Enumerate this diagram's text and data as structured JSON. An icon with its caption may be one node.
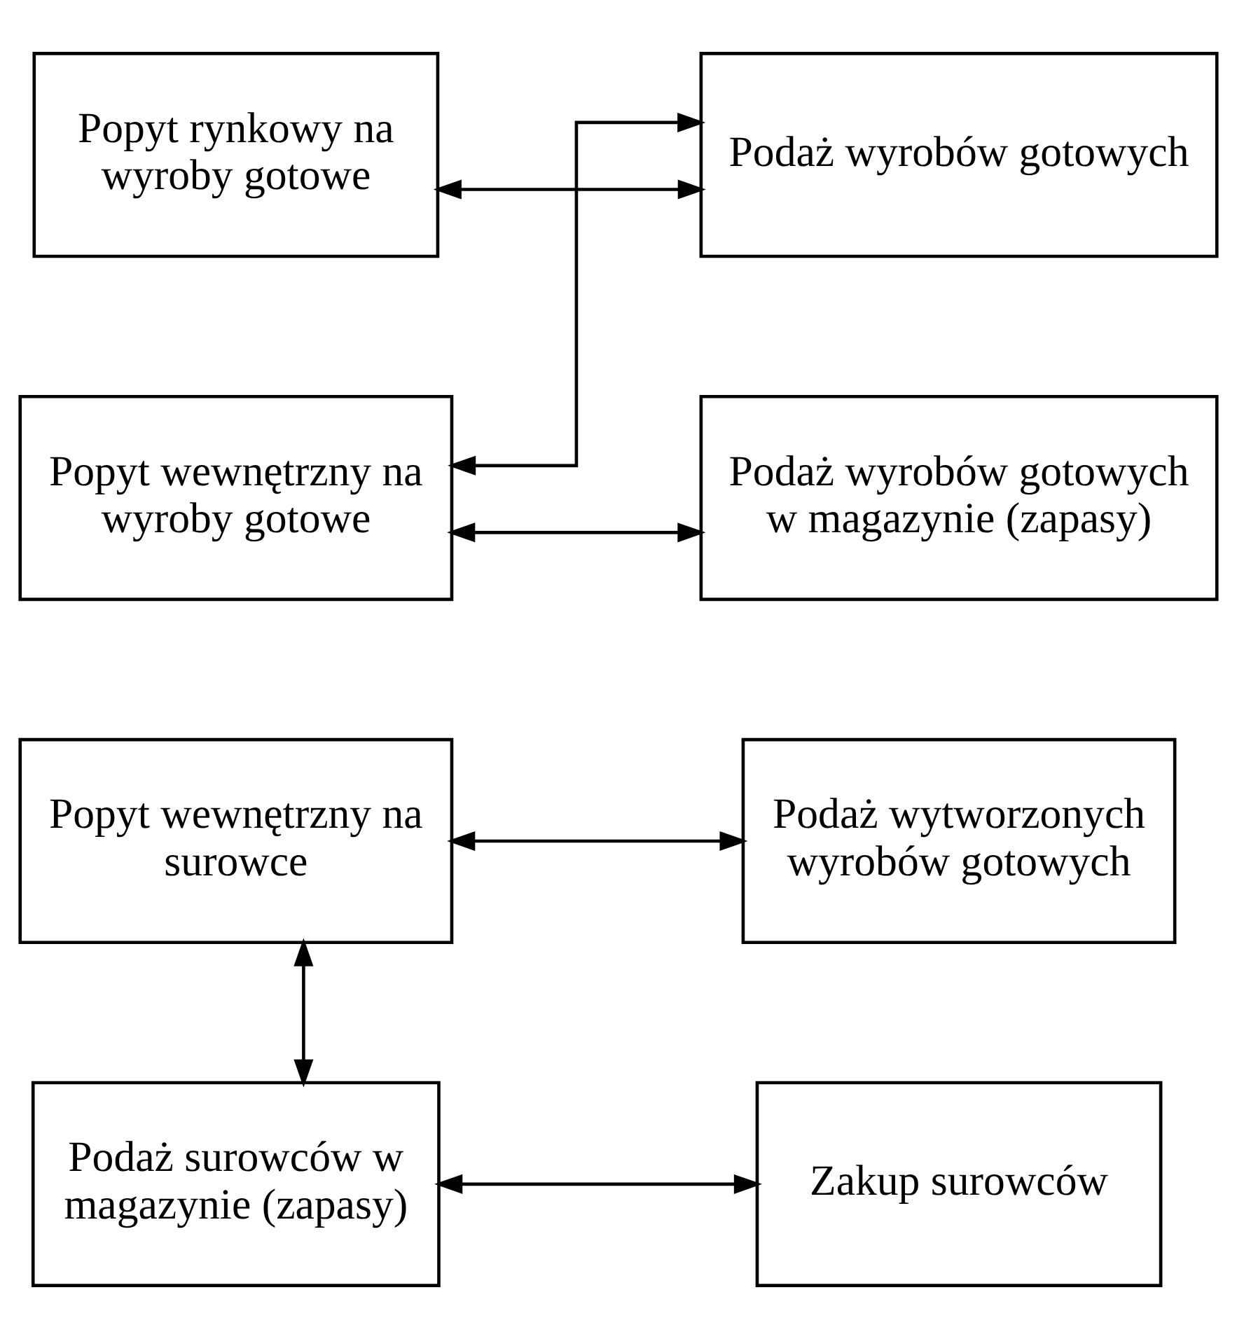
{
  "diagram": {
    "nodes": [
      {
        "text": [
          "Popyt rynkowy na wyroby gotowe"
        ]
      },
      {
        "text": [
          "Podaż wyrobów gotowych"
        ]
      },
      {
        "text": [
          "Popyt wewnętrzny na wyroby gotowe"
        ]
      },
      {
        "text": [
          "Podaż wyrobów gotowych w magazynie (zapasy)"
        ]
      },
      {
        "text": [
          "Popyt wewnętrzny na surowce"
        ]
      },
      {
        "text": [
          "Podaż wytworzonych wyrobów gotowych"
        ]
      },
      {
        "text": [
          "Podaż surowców w magazynie (zapasy)"
        ]
      },
      {
        "text": [
          "Zakup surowców"
        ]
      }
    ],
    "edges": [
      {
        "from": 0,
        "to": 1,
        "arrow": "both"
      },
      {
        "from": 2,
        "to": 1,
        "arrow": "both"
      },
      {
        "from": 2,
        "to": 3,
        "arrow": "both"
      },
      {
        "from": 4,
        "to": 5,
        "arrow": "both"
      },
      {
        "from": 4,
        "to": 6,
        "arrow": "both"
      },
      {
        "from": 6,
        "to": 7,
        "arrow": "both"
      }
    ]
  }
}
